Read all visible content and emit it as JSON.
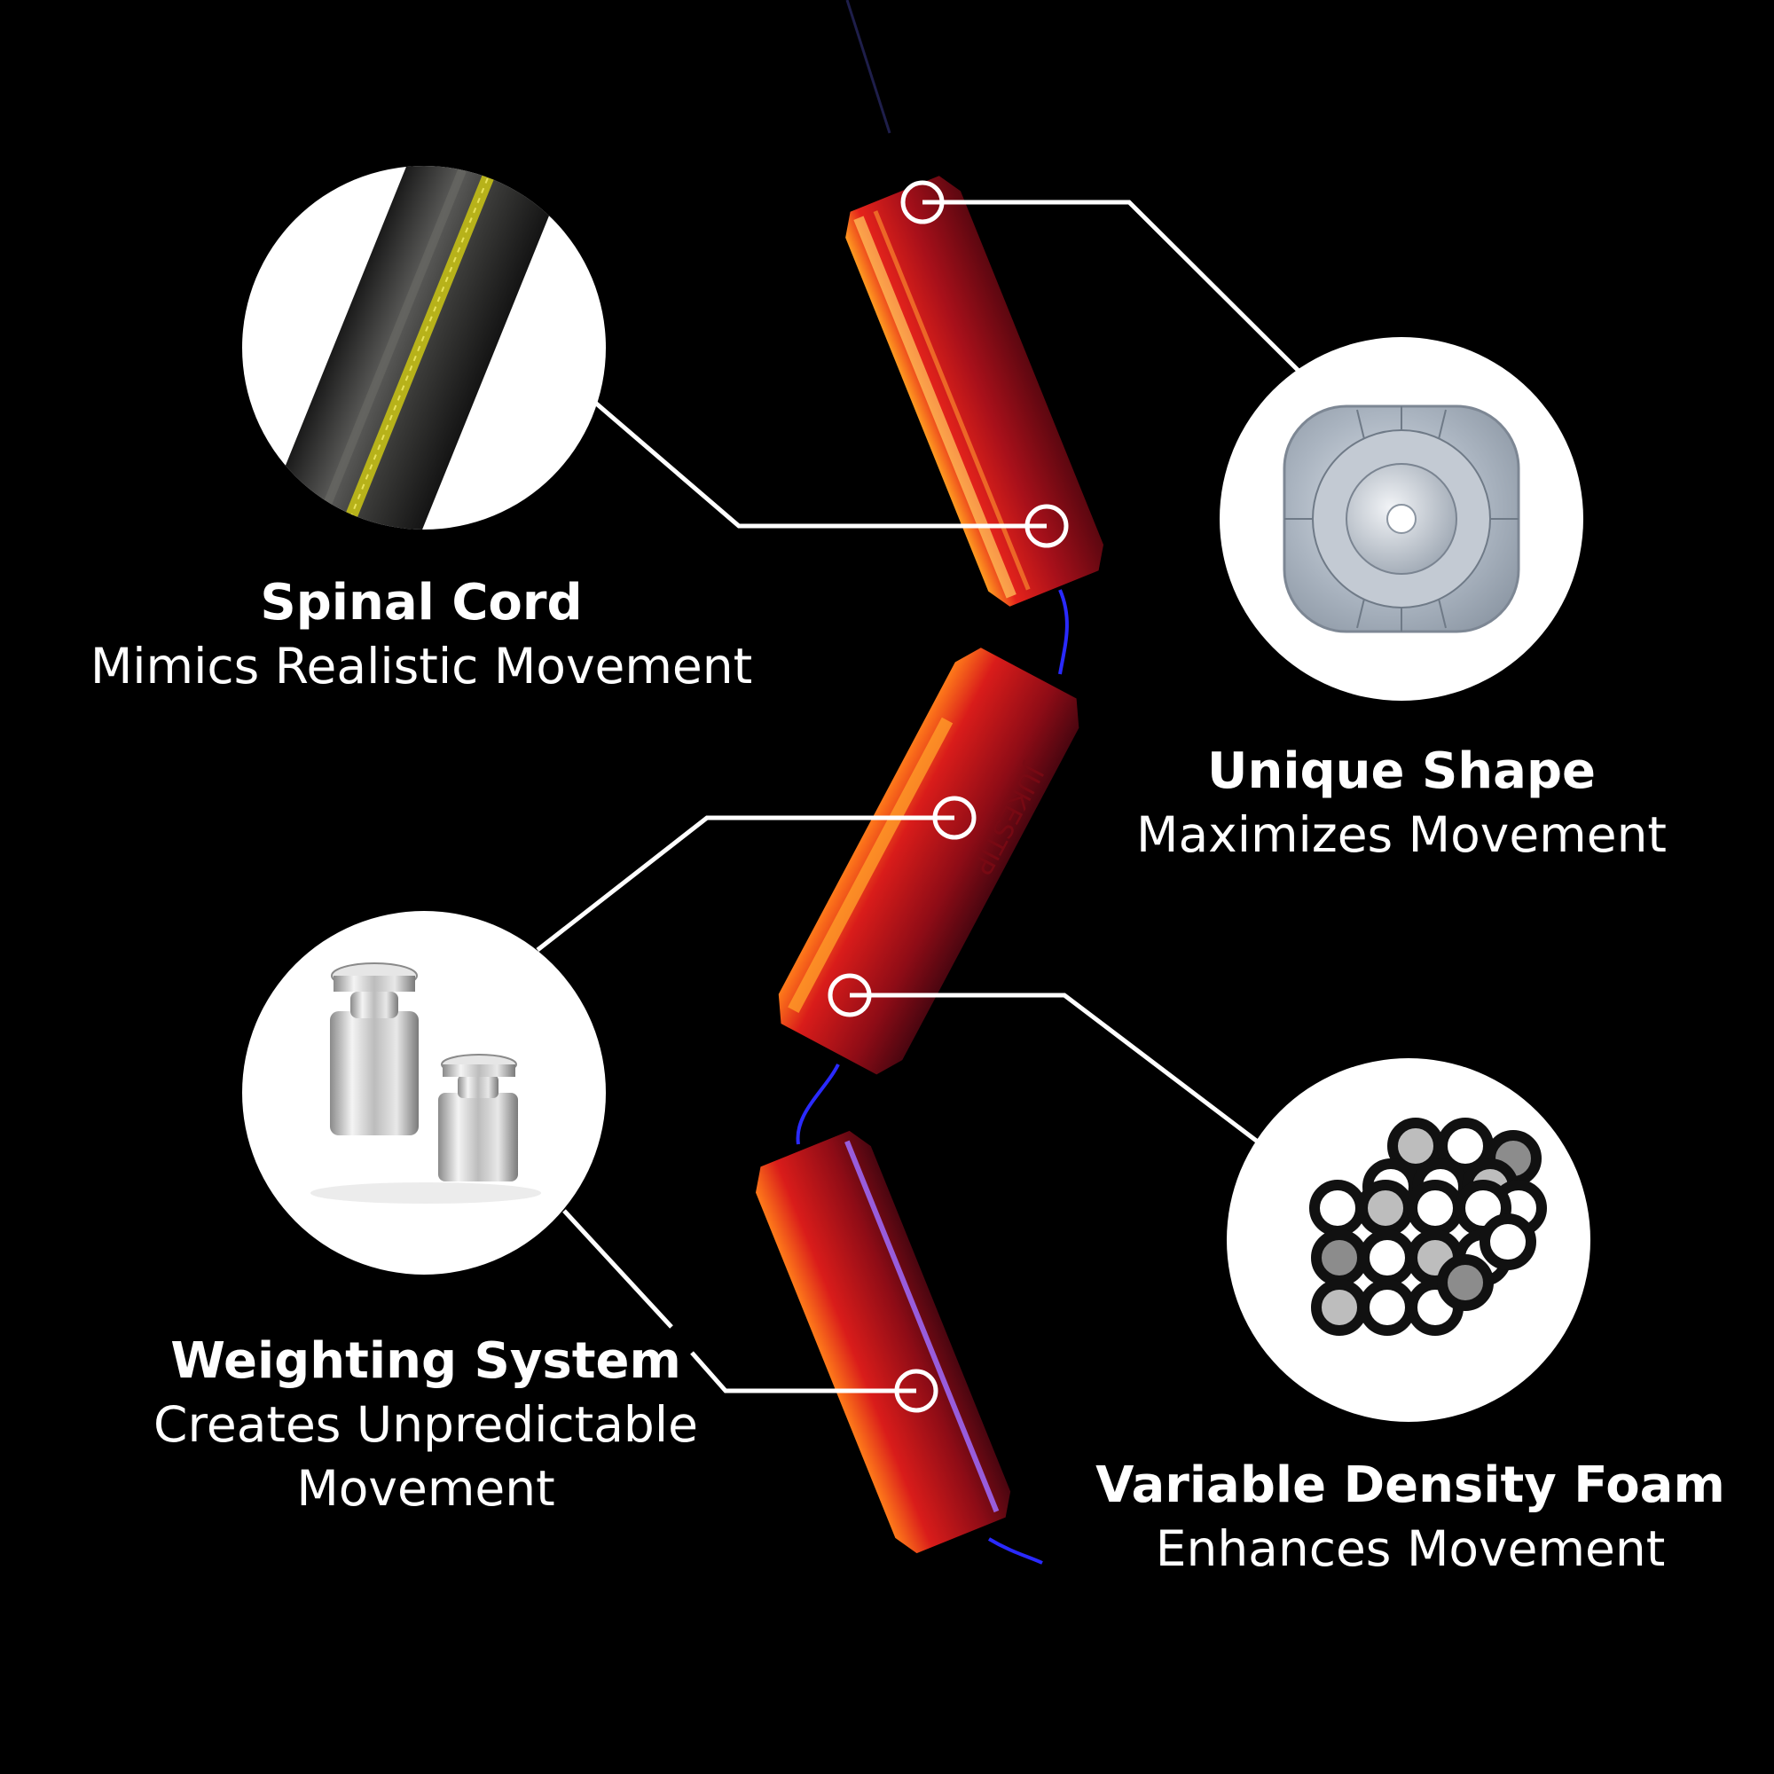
{
  "colors": {
    "background": "#000000",
    "text": "#ffffff",
    "callout": "#ffffff",
    "body": "#c4101a",
    "highlight": "#ff8a1a",
    "cord": "#2a2aff"
  },
  "features": {
    "spinal": {
      "title": "Spinal Cord",
      "description": "Mimics Realistic Movement",
      "icon": "spinal-cord-closeup"
    },
    "shape": {
      "title": "Unique Shape",
      "description": "Maximizes Movement",
      "icon": "cross-section-shape"
    },
    "weight": {
      "title": "Weighting System",
      "description_line1": "Creates Unpredictable",
      "description_line2": "Movement",
      "icon": "weights"
    },
    "foam": {
      "title": "Variable Density Foam",
      "description": "Enhances Movement",
      "icon": "foam-cells"
    }
  },
  "product": {
    "segment_label": "JUKESTIP",
    "segments": 3
  }
}
